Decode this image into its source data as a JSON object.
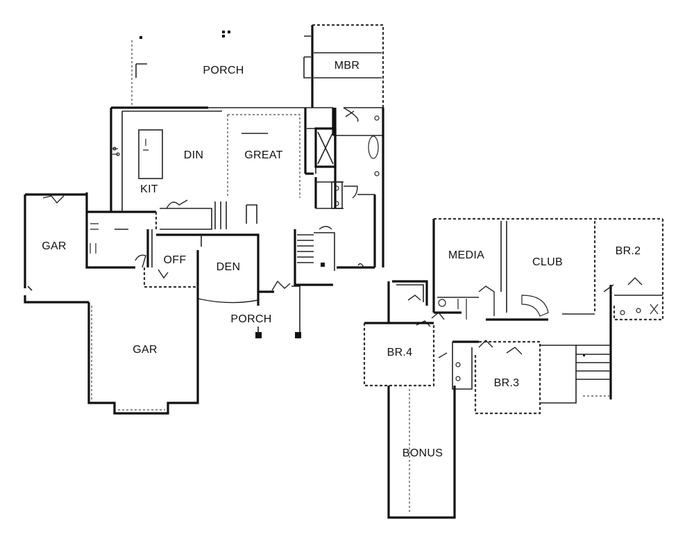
{
  "main_floor": {
    "rooms": {
      "porch_rear": "PORCH",
      "mbr": "MBR",
      "din": "DIN",
      "great": "GREAT",
      "kit": "KIT",
      "gar_small": "GAR",
      "off": "OFF",
      "den": "DEN",
      "porch_front": "PORCH",
      "gar_main": "GAR"
    }
  },
  "upper_floor": {
    "rooms": {
      "media": "MEDIA",
      "club": "CLUB",
      "br2": "BR.2",
      "br4": "BR.4",
      "br3": "BR.3",
      "bonus": "BONUS"
    }
  },
  "colors": {
    "ink": "#111111",
    "paper": "#ffffff"
  }
}
